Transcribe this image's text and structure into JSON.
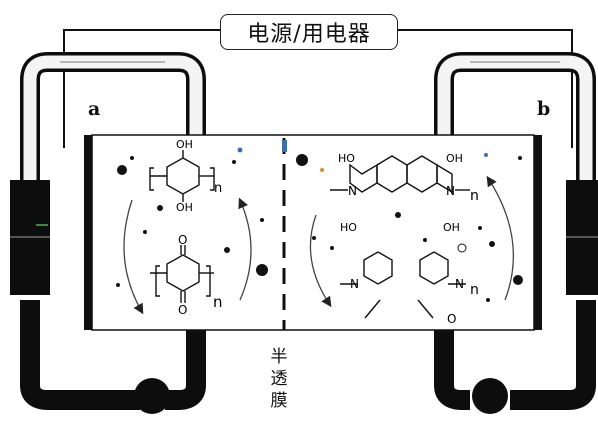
{
  "device_label": "电源/用电器",
  "side_a_label": "a",
  "side_b_label": "b",
  "membrane_chars": [
    "半",
    "透",
    "膜"
  ],
  "left_molecule": {
    "top_oh": "OH",
    "bottom_oh": "OH",
    "n": "n",
    "oxo_top": "O",
    "oxo_bottom": "O"
  },
  "right_molecule": {
    "ho_left": "HO",
    "oh_right": "OH",
    "ho_bottom": "HO",
    "oh_bottom": "OH",
    "n_left": "N",
    "n_right": "N",
    "n_sub": "n",
    "n_lower_left": "N",
    "n_lower_right": "N",
    "n_sub2": "n",
    "oxo": "O"
  },
  "colors": {
    "line": "#111111",
    "tube_black": "#0d0d0d",
    "tube_white": "#f4f4f4",
    "accent_blue": "#3d6fb0",
    "accent_orange": "#e08a2a"
  }
}
